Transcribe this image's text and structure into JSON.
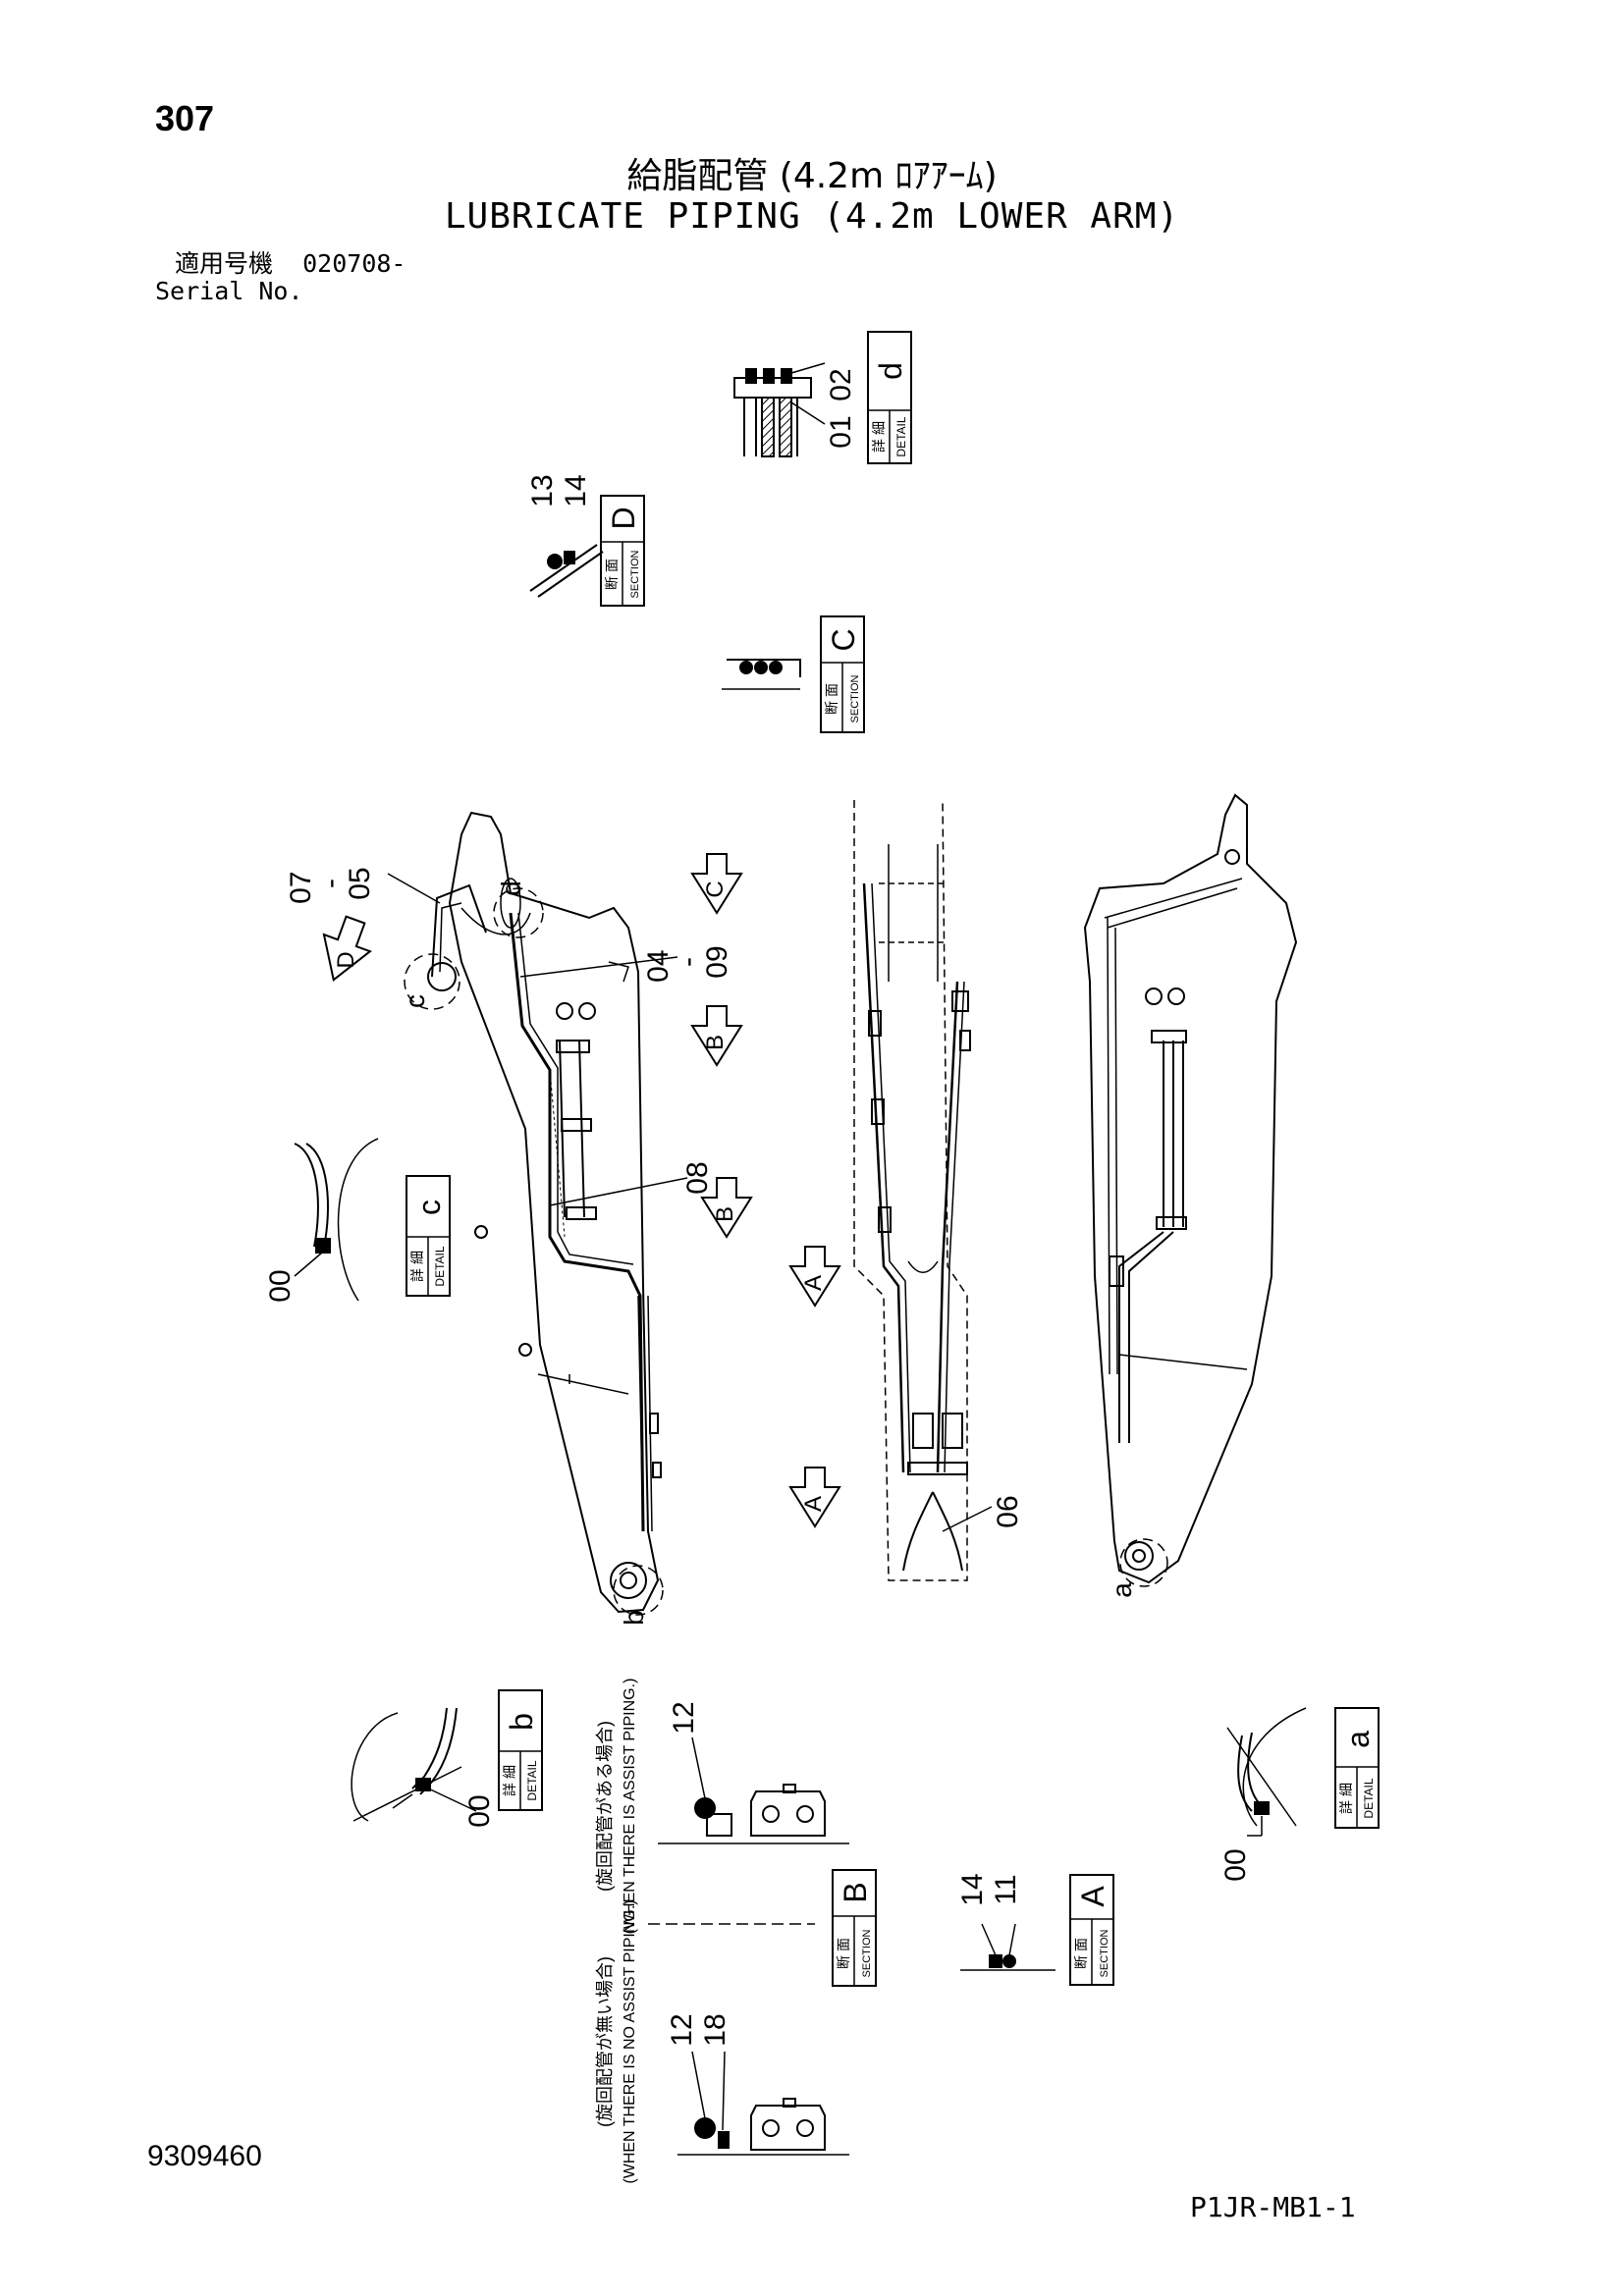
{
  "header": {
    "page_number": "307",
    "title_jp": "給脂配管 (4.2m ﾛｱｱｰﾑ)",
    "title_en": "LUBRICATE PIPING (4.2m LOWER ARM)",
    "serial_label_jp": "適用号機",
    "serial_value": "020708-",
    "serial_label_en": "Serial No."
  },
  "labels": {
    "detail_jp": "詳 細",
    "detail_en": "DETAIL",
    "section_jp": "断 面",
    "section_en": "SECTION"
  },
  "callouts": {
    "detail_d": "d",
    "detail_c": "c",
    "detail_b": "b",
    "detail_a": "a",
    "section_d": "D",
    "section_c": "C",
    "section_b": "B",
    "section_a": "A",
    "view_arrow_c": "C",
    "view_arrow_d": "D",
    "view_arrow_b1": "B",
    "view_arrow_b2": "B",
    "view_arrow_a1": "A",
    "view_arrow_a2": "A",
    "mark_c": "c",
    "mark_d": "d",
    "mark_b": "b",
    "mark_a": "a"
  },
  "part_numbers": {
    "p01": "01",
    "p02": "02",
    "p13": "13",
    "p14a": "14",
    "p07_05": "07\n-\n05",
    "p04_09": "04\n-\n09",
    "p08": "08",
    "p00_c": "00",
    "p06": "06",
    "p00_b": "00",
    "p12_top": "12",
    "p12_bottom": "12",
    "p18": "18",
    "p14b": "14",
    "p11": "11",
    "p00_a": "00"
  },
  "notes": {
    "assist_yes_jp": "(旋回配管がある場合)",
    "assist_yes_en": "(WHEN THERE IS ASSIST PIPING.)",
    "assist_no_jp": "(旋回配管が無い場合)",
    "assist_no_en": "(WHEN THERE IS NO ASSIST PIPING.)"
  },
  "footer": {
    "drawing_number": "9309460",
    "sheet_code": "P1JR-MB1-1"
  }
}
